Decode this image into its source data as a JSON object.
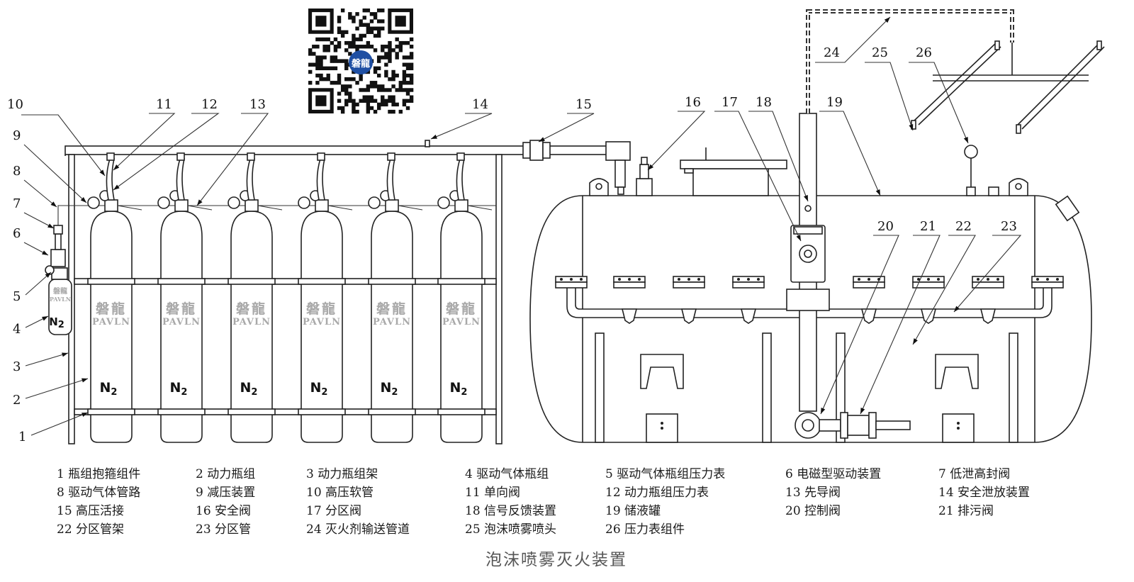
{
  "caption": "泡沫喷雾灭火装置",
  "qr_badge": "磐龍",
  "brand": {
    "cn": "磐龍",
    "en": "PAVLN"
  },
  "gas": {
    "symbol": "N",
    "sub": "2"
  },
  "callouts": [
    "1",
    "2",
    "3",
    "4",
    "5",
    "6",
    "7",
    "8",
    "9",
    "10",
    "11",
    "12",
    "13",
    "14",
    "15",
    "16",
    "17",
    "18",
    "19",
    "20",
    "21",
    "22",
    "23",
    "24",
    "25",
    "26"
  ],
  "legend": [
    [
      "1 瓶组抱箍组件",
      "2 动力瓶组",
      "3 动力瓶组架",
      "4 驱动气体瓶组",
      "5 驱动气体瓶组压力表",
      "6 电磁型驱动装置",
      "7 低泄高封阀"
    ],
    [
      "8 驱动气体管路",
      "9 减压装置",
      "10 高压软管",
      "11 单向阀",
      "12 动力瓶组压力表",
      "13 先导阀",
      "14 安全泄放装置"
    ],
    [
      "15 高压活接",
      "16 安全阀",
      "17 分区阀",
      "18 信号反馈装置",
      "19 储液罐",
      "20 控制阀",
      "21 排污阀"
    ],
    [
      "22 分区管架",
      "23 分区管",
      "24 灭火剂输送管道",
      "25 泡沫喷雾喷头",
      "26 压力表组件"
    ]
  ]
}
